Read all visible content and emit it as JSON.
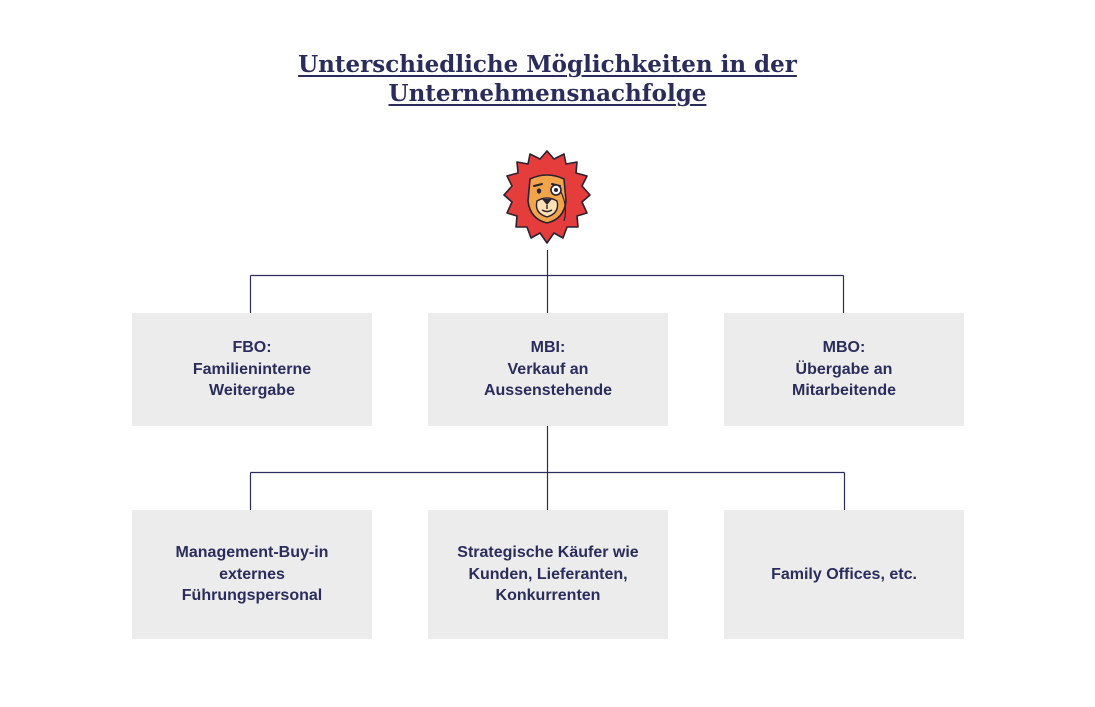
{
  "title": {
    "line1": "Unterschiedliche Möglichkeiten in der",
    "line2": "Unternehmensnachfolge"
  },
  "logo": {
    "icon": "lion-mascot-icon",
    "color": "#e53c3c"
  },
  "colors": {
    "line": "#2a2d5c",
    "box": "#ececec",
    "text": "#2a2d5c"
  },
  "level1": [
    {
      "line1": "FBO:",
      "line2": "Familieninterne",
      "line3": "Weitergabe"
    },
    {
      "line1": "MBI:",
      "line2": "Verkauf an",
      "line3": "Aussenstehende"
    },
    {
      "line1": "MBO:",
      "line2": "Übergabe an",
      "line3": "Mitarbeitende"
    }
  ],
  "level2": [
    {
      "line1": "Management-Buy-in",
      "line2": "externes",
      "line3": "Führungspersonal"
    },
    {
      "line1": "Strategische Käufer wie",
      "line2": "Kunden, Lieferanten,",
      "line3": "Konkurrenten"
    },
    {
      "line1": "Family Offices, etc.",
      "line2": "",
      "line3": ""
    }
  ]
}
